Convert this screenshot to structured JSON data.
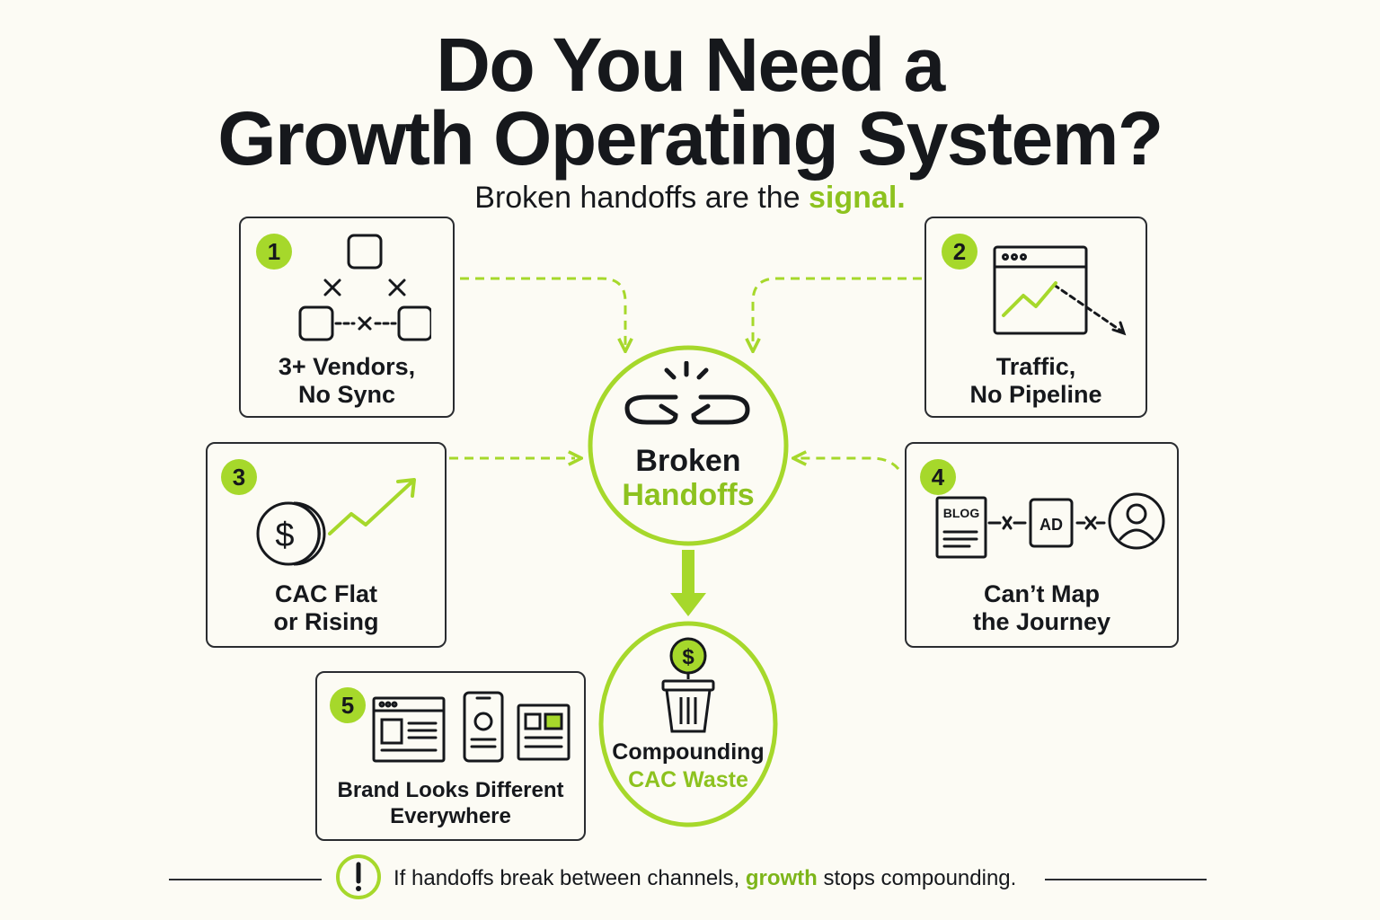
{
  "header": {
    "title_line1": "Do You Need a",
    "title_line2": "Growth Operating System?",
    "subtitle_prefix": "Broken handoffs are the",
    "subtitle_accent": "signal."
  },
  "cards": [
    {
      "number": "1",
      "line1": "3+ Vendors,",
      "line2": "No Sync",
      "icon": "disconnected-nodes-icon"
    },
    {
      "number": "2",
      "line1": "Traffic,",
      "line2": "No Pipeline",
      "icon": "browser-chart-icon"
    },
    {
      "number": "3",
      "line1": "CAC Flat",
      "line2": "or Rising",
      "icon": "coin-trend-up-icon"
    },
    {
      "number": "4",
      "line1": "Can’t Map",
      "line2": "the Journey",
      "icon": "journey-icon",
      "blog_label": "BLOG",
      "ad_label": "AD"
    },
    {
      "number": "5",
      "line1": "Brand Looks Different",
      "line2": "Everywhere",
      "icon": "devices-icon"
    }
  ],
  "hub": {
    "line1": "Broken",
    "line2": "Handoffs",
    "icon": "broken-link-icon"
  },
  "outcome": {
    "line1": "Compounding",
    "line2": "CAC Waste",
    "icon": "trash-money-icon"
  },
  "footer": {
    "prefix": "If handoffs break between channels,",
    "accent": "growth",
    "suffix": "stops compounding.",
    "icon": "alert-icon"
  },
  "colors": {
    "accent": "#a6d82b",
    "accent_text": "#8dc21f",
    "ink": "#16181c",
    "background": "#fcfbf4"
  }
}
